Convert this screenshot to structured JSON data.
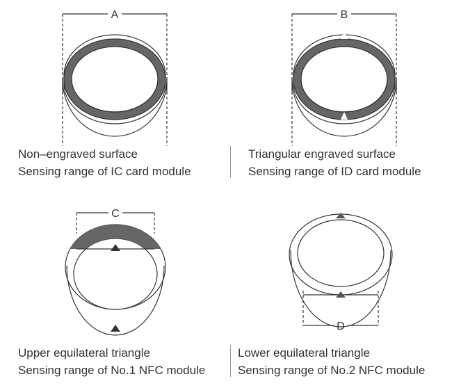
{
  "panels": {
    "a": {
      "dimension_label": "A",
      "caption_line1": "Non–engraved surface",
      "caption_line2": "Sensing range of IC card module"
    },
    "b": {
      "dimension_label": "B",
      "caption_line1": "Triangular engraved surface",
      "caption_line2": "Sensing range of ID card module"
    },
    "c": {
      "dimension_label": "C",
      "caption_line1": "Upper equilateral triangle",
      "caption_line2": "Sensing range of No.1 NFC module"
    },
    "d": {
      "dimension_label": "D",
      "caption_line1": "Lower equilateral triangle",
      "caption_line2": "Sensing range of No.2 NFC module"
    }
  },
  "colors": {
    "line": "#333333",
    "shade": "#666666",
    "background": "#ffffff"
  }
}
